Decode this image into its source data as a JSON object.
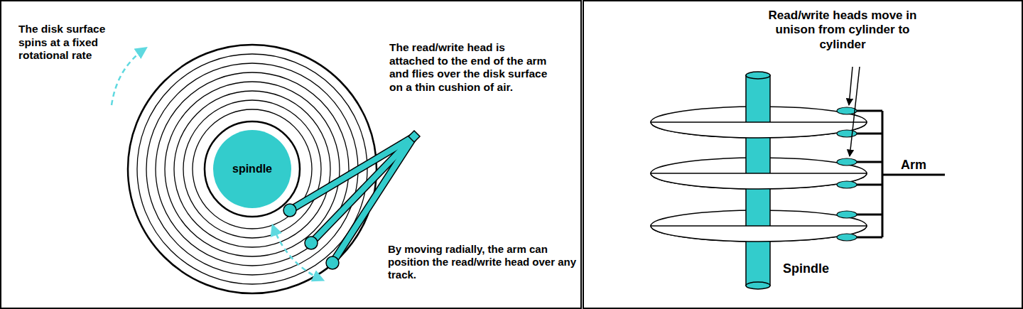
{
  "diagram": {
    "nodes": [
      {
        "text": [
          "spindle"
        ]
      }
    ],
    "labels": [
      "The disk surface spins at a fixed rotational rate",
      "The read/write head is attached to the end of the arm and flies over the disk surface on a thin cushion of air.",
      "By moving radially, the arm can position the read/write head over any track.",
      "Read/write heads move in unison from cylinder to cylinder",
      "Arm",
      "Spindle"
    ]
  }
}
